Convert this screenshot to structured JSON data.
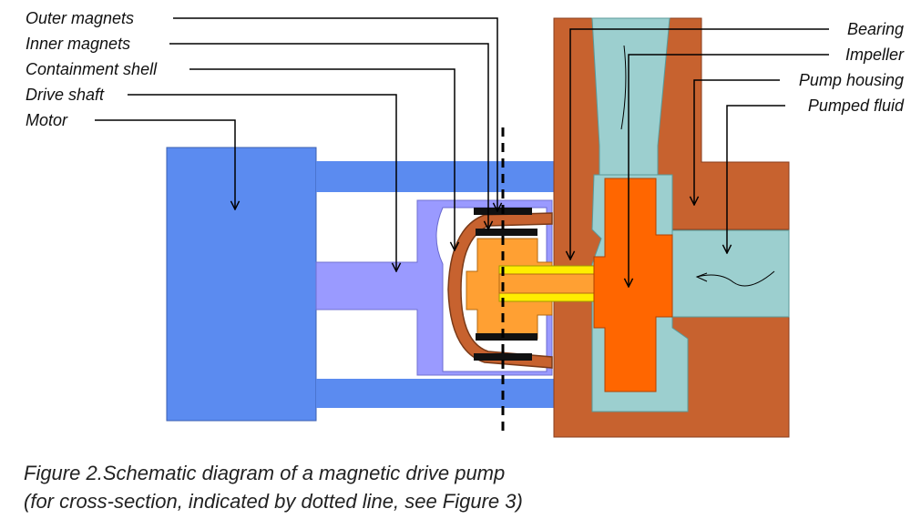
{
  "labels": {
    "outer_magnets": "Outer magnets",
    "inner_magnets": "Inner magnets",
    "containment_shell": "Containment shell",
    "drive_shaft": "Drive shaft",
    "motor": "Motor",
    "bearing": "Bearing",
    "impeller": "Impeller",
    "pump_housing": "Pump housing",
    "pumped_fluid": "Pumped fluid"
  },
  "caption": {
    "line1": "Figure 2.Schematic diagram of a magnetic drive pump",
    "line2": "(for cross-section, indicated by dotted line, see Figure 3)"
  },
  "colors": {
    "motor": "#5b8bf0",
    "drive": "#9a9aff",
    "housing": "#c7622f",
    "fluid": "#9ccfcf",
    "impeller": "#ff6600",
    "inner_rotor": "#ffa033",
    "shaft": "#ffee00",
    "magnet": "#111111"
  }
}
